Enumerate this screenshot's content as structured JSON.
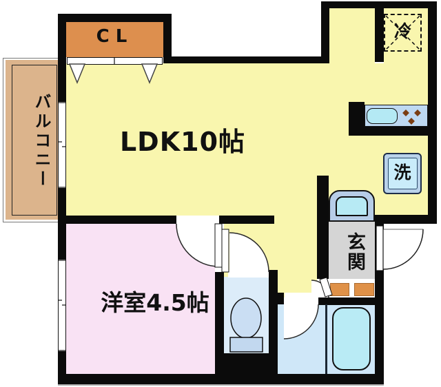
{
  "floorplan": {
    "rooms": {
      "ldk": {
        "label": "LDK10帖",
        "color": "#f9f6ae"
      },
      "bedroom": {
        "label": "洋室4.5帖",
        "color": "#f9e2f4"
      },
      "balcony": {
        "label": "バルコニー",
        "color": "#dcb48c"
      },
      "closet": {
        "label": "CL",
        "color": "#dd8f4e"
      },
      "entrance": {
        "label": "玄関",
        "color": "#d5d5d5"
      }
    },
    "fixtures": {
      "refrigerator": {
        "label": "冷"
      },
      "washer": {
        "label": "洗"
      },
      "kitchen": {
        "name": "kitchen-counter-with-sink-and-burners"
      },
      "toilet": {
        "name": "toilet"
      },
      "bathtub": {
        "name": "bathtub"
      },
      "shoe_cabinet": {
        "name": "shoe-cabinet"
      },
      "entry_steps": {
        "name": "entry-steps",
        "color": "#df9148"
      }
    },
    "colors": {
      "walls": "#0b0b0b",
      "water_floor": "#dcecf9",
      "bath_floor": "#cfe7f8",
      "bathtub": "#b9ebf5",
      "counter": "#bed9f2",
      "sink": "#b4e9f4",
      "burner": "#7a3d12"
    }
  }
}
